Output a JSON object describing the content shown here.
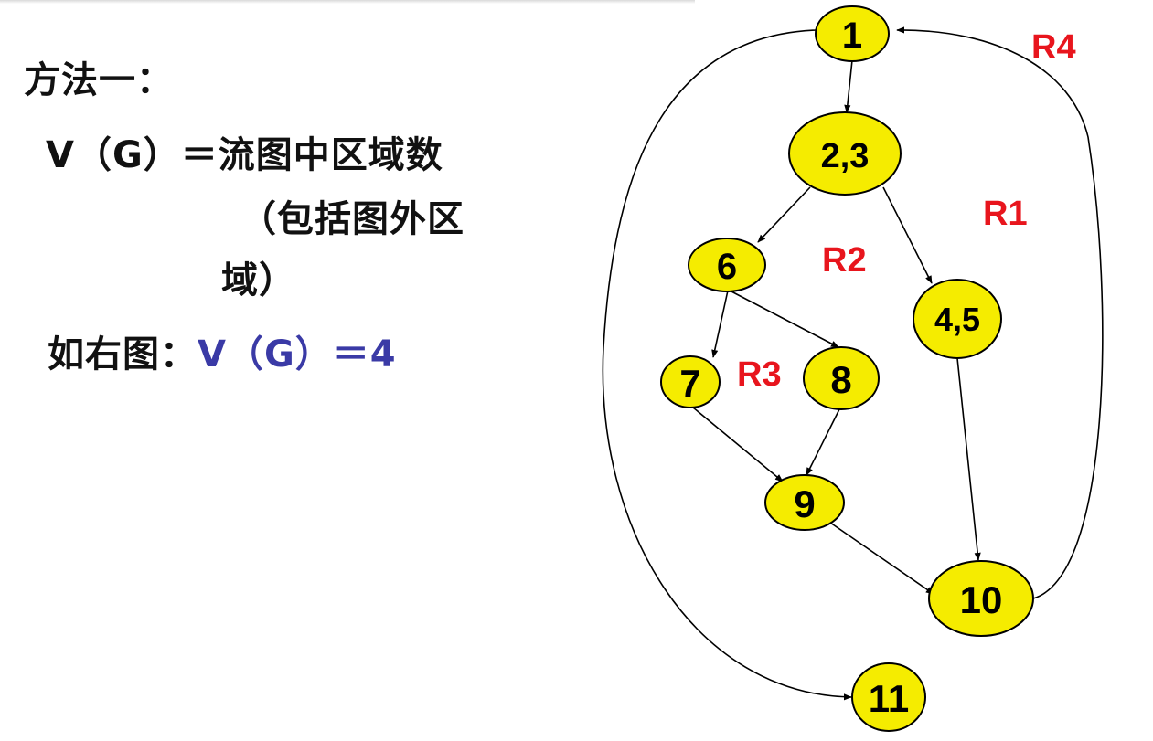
{
  "text": {
    "method_title": "方法一：",
    "formula": "V（G）＝流图中区域数",
    "formula_cont1": "（包括图外区",
    "formula_cont2": "域）",
    "example_prefix": "如右图：",
    "example_result": "V（G）＝4"
  },
  "colors": {
    "node_fill": "#f5ec00",
    "node_stroke": "#000000",
    "region_label": "#e8151d",
    "result_text": "#3a3aa6"
  },
  "graph": {
    "nodes": [
      {
        "id": "n1",
        "label": "1"
      },
      {
        "id": "n23",
        "label": "2,3"
      },
      {
        "id": "n6",
        "label": "6"
      },
      {
        "id": "n45",
        "label": "4,5"
      },
      {
        "id": "n7",
        "label": "7"
      },
      {
        "id": "n8",
        "label": "8"
      },
      {
        "id": "n9",
        "label": "9"
      },
      {
        "id": "n10",
        "label": "10"
      },
      {
        "id": "n11",
        "label": "11"
      }
    ],
    "edges": [
      {
        "from": "1",
        "to": "2,3"
      },
      {
        "from": "2,3",
        "to": "6"
      },
      {
        "from": "2,3",
        "to": "4,5"
      },
      {
        "from": "6",
        "to": "7"
      },
      {
        "from": "6",
        "to": "8"
      },
      {
        "from": "7",
        "to": "9"
      },
      {
        "from": "8",
        "to": "9"
      },
      {
        "from": "9",
        "to": "10"
      },
      {
        "from": "4,5",
        "to": "10"
      },
      {
        "from": "10",
        "to": "1"
      },
      {
        "from": "1",
        "to": "11"
      }
    ],
    "regions": [
      "R1",
      "R2",
      "R3",
      "R4"
    ]
  }
}
